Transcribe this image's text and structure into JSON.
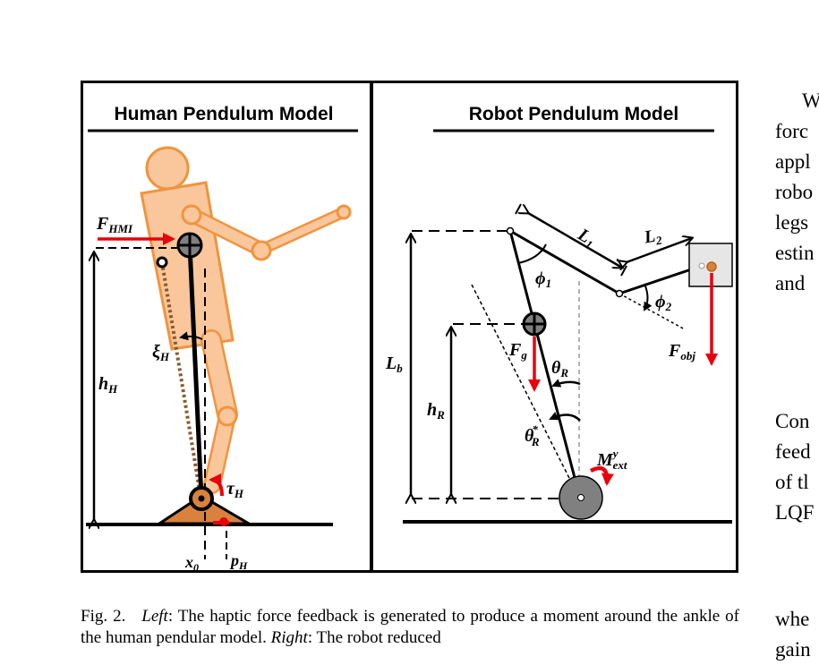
{
  "figure": {
    "left_panel_title": "Human Pendulum Model",
    "right_panel_title": "Robot Pendulum Model",
    "left_labels": {
      "f_hmi": "F",
      "f_hmi_sub": "HMI",
      "xi_h": "ξ",
      "xi_h_sub": "H",
      "h_h": "h",
      "h_h_sub": "H",
      "tau_h": "τ",
      "tau_h_sub": "H",
      "x0": "x",
      "x0_sub": "0",
      "p_h": "p",
      "p_h_sub": "H"
    },
    "right_labels": {
      "l1": "L",
      "l1_sub": "1",
      "l2": "L",
      "l2_sub": "2",
      "phi1": "ϕ",
      "phi1_sub": "1",
      "phi2": "ϕ",
      "phi2_sub": "2",
      "l_b": "L",
      "l_b_sub": "b",
      "h_r": "h",
      "h_r_sub": "R",
      "f_g": "F",
      "f_g_sub": "g",
      "theta_r": "θ",
      "theta_r_sub": "R",
      "theta_r_star": "θ",
      "theta_r_star_sup": "*",
      "theta_r_star_sub": "R",
      "f_obj": "F",
      "f_obj_sub": "obj",
      "m_ext": "M",
      "m_ext_sup": "y",
      "m_ext_sub": "ext"
    },
    "colors": {
      "skin": "#f9c79b",
      "skin_outline": "#f0943f",
      "arrow_red": "#e8000b",
      "com_grey": "#808080",
      "wheel_grey": "#8a8a8a",
      "box_grey": "#e6e6e6",
      "ankle_brown": "#d8823e"
    }
  },
  "caption": {
    "label": "Fig. 2.",
    "left_word": "Left",
    "left_text": ": The haptic force feedback is generated to produce a moment around the ankle of the human pendular model. ",
    "right_word": "Right",
    "right_text": ": The robot reduced"
  },
  "side_text": {
    "p1_line1": "W",
    "p1_line2": "forc",
    "p1_line3": "appl",
    "p1_line4": "robo",
    "p1_line5": "legs",
    "p1_line6": "estin",
    "p1_line7": "and",
    "p2_line1": "Con",
    "p2_line2": "feed",
    "p2_line3": "of tl",
    "p2_line4": "LQF",
    "p3_line1": "whe",
    "p3_line2": "gain"
  }
}
